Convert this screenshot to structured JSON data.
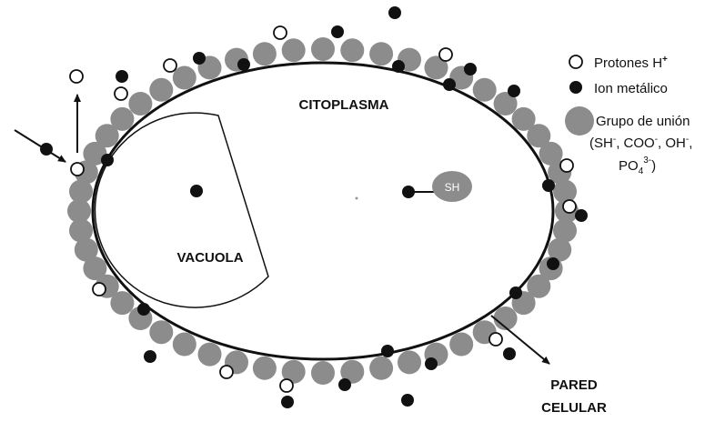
{
  "labels": {
    "cytoplasm": "CITOPLASMA",
    "vacuole": "VACUOLA",
    "wall_line1": "PARED",
    "wall_line2": "CELULAR",
    "sh_group": "SH"
  },
  "legend": {
    "protons": {
      "text": "Protones H",
      "sup": "+"
    },
    "metal_ion": "Ion metálico",
    "binding_group_line1": "Grupo de unión",
    "binding_group_line2": {
      "a": "(SH",
      "a_sup": "-",
      "b": ", COO",
      "b_sup": "-",
      "c": ", OH",
      "c_sup": "-",
      "d": ","
    },
    "binding_group_line3": {
      "a": "PO",
      "sub": "4",
      "sup": "3-",
      "b": ")"
    }
  },
  "colors": {
    "binding_group": "#8c8c8c",
    "metal_ion": "#111111",
    "proton_fill": "#ffffff",
    "outline": "#111111",
    "background": "#ffffff"
  }
}
